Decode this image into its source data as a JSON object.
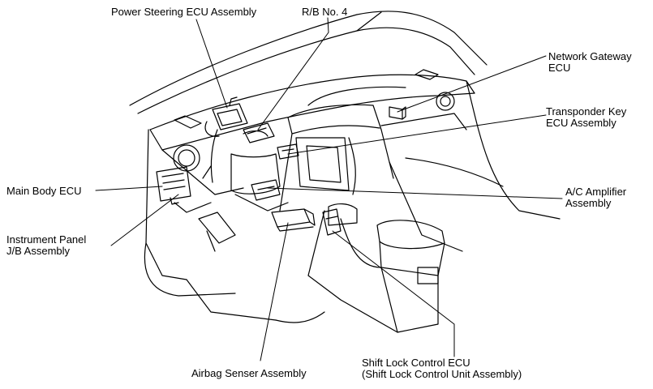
{
  "diagram": {
    "labels": {
      "power_steering": "Power Steering ECU Assembly",
      "rb_no4": "R/B No. 4",
      "network_gateway": [
        "Network Gateway",
        "ECU"
      ],
      "transponder_key": [
        "Transponder Key",
        "ECU Assembly"
      ],
      "main_body": "Main Body ECU",
      "ac_amplifier": [
        "A/C Amplifier",
        "Assembly"
      ],
      "instrument_panel": [
        "Instrument Panel",
        "J/B Assembly"
      ],
      "airbag": "Airbag Senser Assembly",
      "shift_lock": [
        "Shift Lock Control ECU",
        "(Shift Lock Control Unit Assembly)"
      ]
    },
    "colors": {
      "line": "#000000",
      "background": "#ffffff"
    }
  }
}
